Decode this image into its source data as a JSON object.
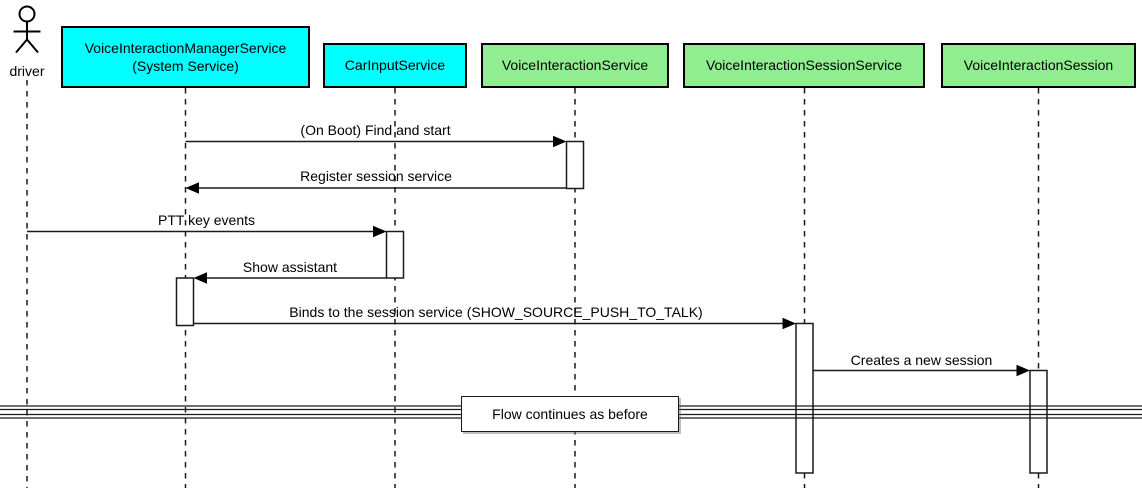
{
  "diagram": {
    "type": "sequence",
    "actor": {
      "name": "driver"
    },
    "participants": [
      {
        "label": "VoiceInteractionManagerService",
        "sublabel": "(System Service)",
        "fill": "#00FFFF"
      },
      {
        "label": "CarInputService",
        "fill": "#00FFFF"
      },
      {
        "label": "VoiceInteractionService",
        "fill": "#90EE90"
      },
      {
        "label": "VoiceInteractionSessionService",
        "fill": "#90EE90"
      },
      {
        "label": "VoiceInteractionSession",
        "fill": "#90EE90"
      }
    ],
    "messages": [
      {
        "text": "(On Boot) Find and start",
        "from": "VoiceInteractionManagerService",
        "to": "VoiceInteractionService"
      },
      {
        "text": "Register session service",
        "from": "VoiceInteractionService",
        "to": "VoiceInteractionManagerService"
      },
      {
        "text": "PTT key events",
        "from": "driver",
        "to": "CarInputService"
      },
      {
        "text": "Show assistant",
        "from": "CarInputService",
        "to": "VoiceInteractionManagerService"
      },
      {
        "text": "Binds to the session service (SHOW_SOURCE_PUSH_TO_TALK)",
        "from": "VoiceInteractionManagerService",
        "to": "VoiceInteractionSessionService"
      },
      {
        "text": "Creates a new session",
        "from": "VoiceInteractionSessionService",
        "to": "VoiceInteractionSession"
      }
    ],
    "divider": {
      "label": "Flow continues as before"
    },
    "colors": {
      "participant_cyan": "#00FFFF",
      "participant_green": "#90EE90",
      "border": "#000000",
      "line": "#1A1A1A",
      "background": "#FFFFFF"
    }
  }
}
